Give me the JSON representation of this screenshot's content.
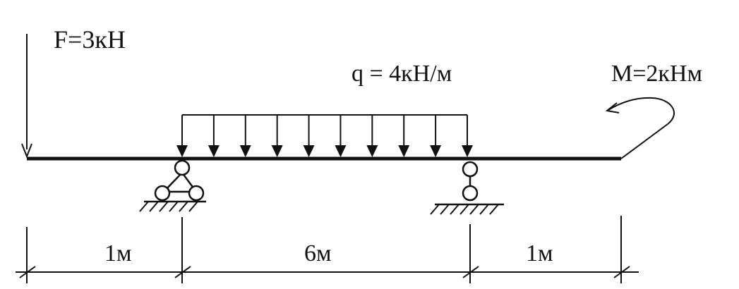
{
  "loads": {
    "force": "F=3кН",
    "distributed": "q = 4кН/м",
    "moment": "M=2кНм"
  },
  "dimensions": [
    {
      "label": "1м"
    },
    {
      "label": "6м"
    },
    {
      "label": "1м"
    }
  ],
  "colors": {
    "ink": "#111111",
    "background": "#ffffff"
  }
}
